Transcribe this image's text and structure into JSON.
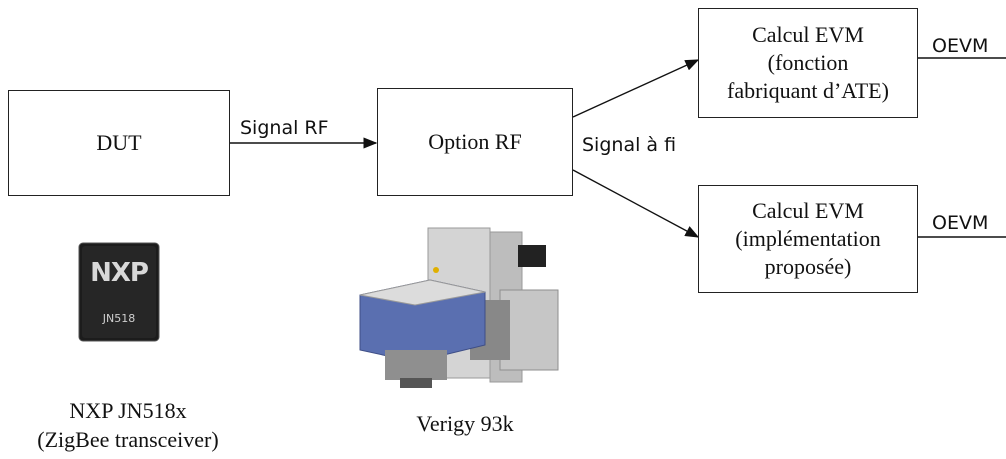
{
  "blocks": {
    "dut": "DUT",
    "option_rf": "Option RF",
    "evm_ate": [
      "Calcul EVM",
      "(fonction",
      "fabriquant d’ATE)"
    ],
    "evm_proposed": [
      "Calcul EVM",
      "(implémentation",
      "proposée)"
    ]
  },
  "edges": {
    "signal_rf": "Signal RF",
    "signal_a_fi": "Signal à fi",
    "output_top": "OEVM",
    "output_bottom": "OEVM"
  },
  "images": {
    "chip_logo": "NXP",
    "chip_part": "JN518",
    "chip_caption": [
      "NXP JN518x",
      "(ZigBee transceiver)"
    ],
    "tester_caption": "Verigy 93k"
  },
  "colors": {
    "line": "#111111",
    "chip_body": "#1c1c1c",
    "tester_blue": "#5a6fb0",
    "tester_grey": "#c9c9c9"
  }
}
